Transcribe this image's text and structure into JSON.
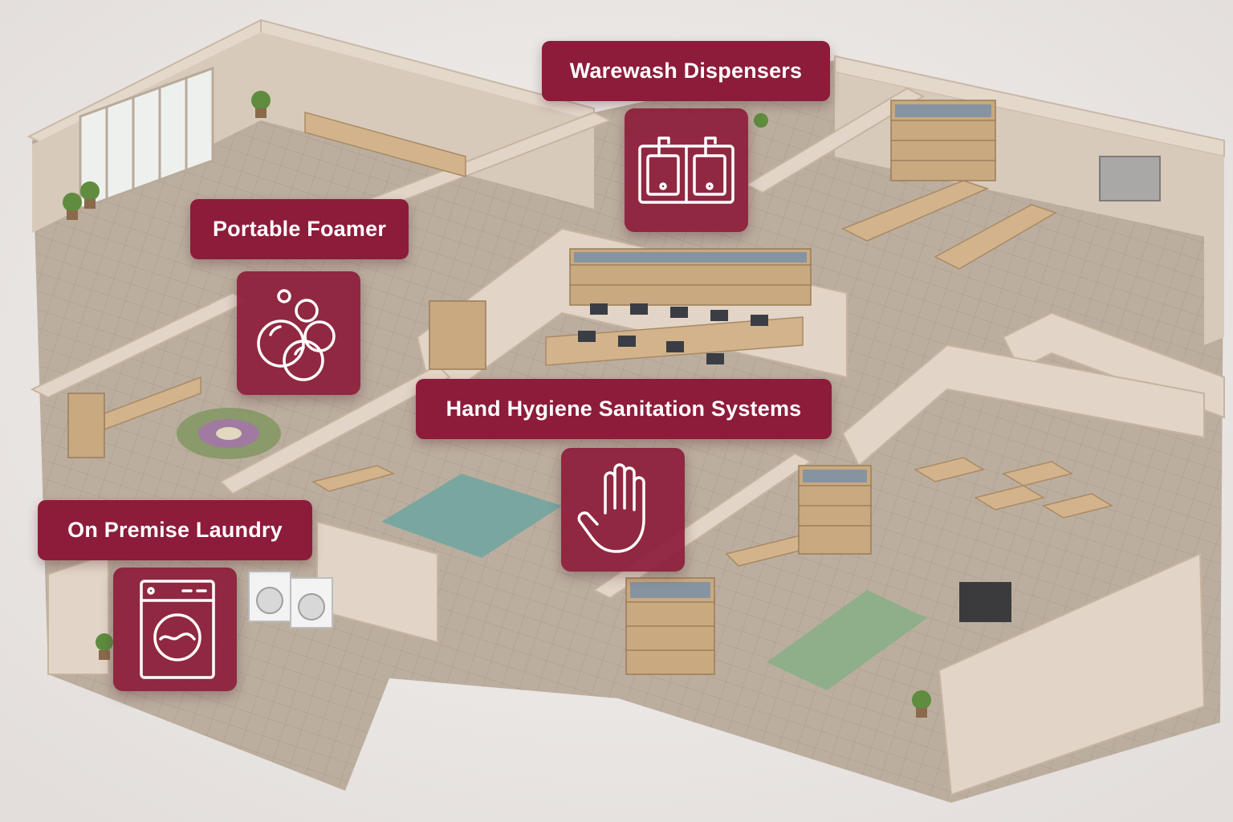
{
  "callouts": {
    "warewash": {
      "label": "Warewash Dispensers",
      "icon": "double-sink-icon"
    },
    "foamer": {
      "label": "Portable Foamer",
      "icon": "bubbles-icon"
    },
    "hand_hygiene": {
      "label": "Hand Hygiene Sanitation Systems",
      "icon": "hand-icon"
    },
    "laundry": {
      "label": "On Premise Laundry",
      "icon": "washing-machine-icon"
    }
  },
  "colors": {
    "brand": "#8c1c3a",
    "icon_stroke": "#ffffff",
    "wall": "#ddd0c2",
    "floor": "#b9ab9c",
    "background": "#ece8e6"
  }
}
